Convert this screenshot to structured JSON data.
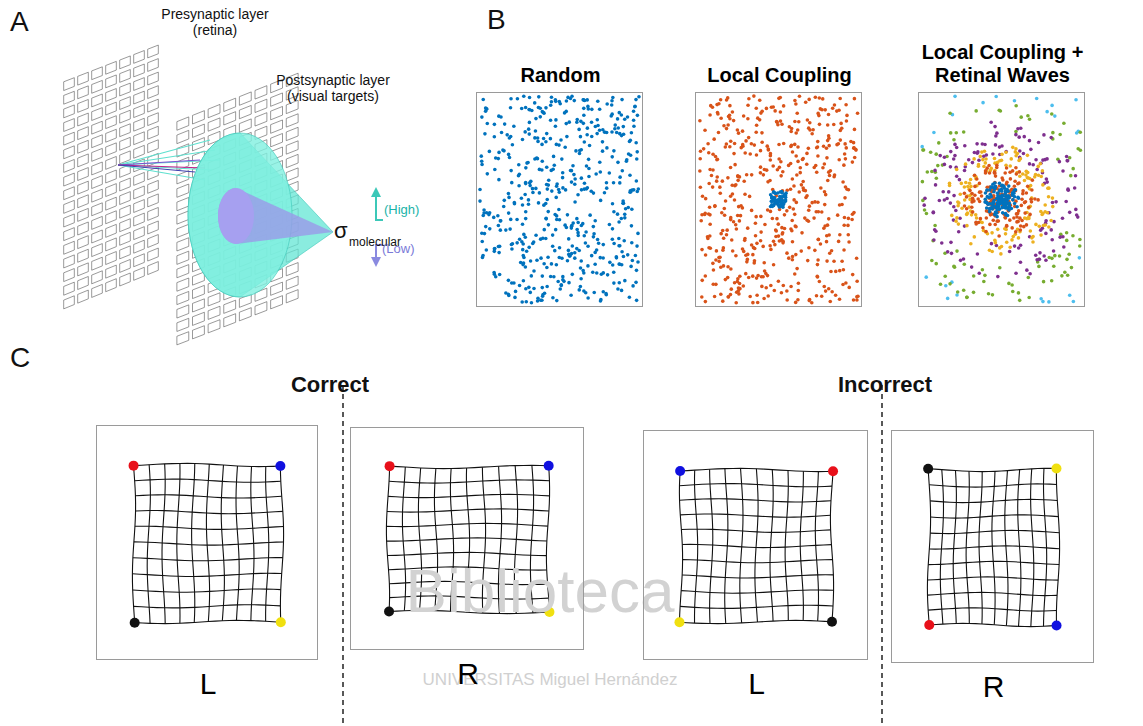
{
  "diagram": {
    "nodes": [
      {
        "text": [
          "Random"
        ]
      },
      {
        "text": [
          "Local Coupling"
        ]
      },
      {
        "text": [
          "Local Coupling + Retinal Waves"
        ]
      },
      {
        "text": [
          "L"
        ]
      },
      {
        "text": [
          "R"
        ]
      },
      {
        "text": [
          "L"
        ]
      },
      {
        "text": [
          "R"
        ]
      }
    ],
    "labels": [
      "A",
      "Presynaptic layer (retina)",
      "Postsynaptic layer (visual targets)",
      "σ",
      "molecular",
      "(High)",
      "(Low)",
      "B",
      "C",
      "Correct",
      "Incorrect",
      "Biblioteca",
      "UNIVERSITAS Miguel Hernández"
    ]
  }
}
